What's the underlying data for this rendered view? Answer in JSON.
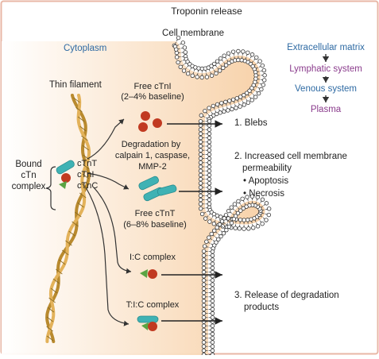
{
  "title": "Troponin release",
  "labels": {
    "cell_membrane": "Cell membrane",
    "cytoplasm": "Cytoplasm",
    "thin_filament": "Thin filament",
    "bound_complex": [
      "Bound",
      "cTn",
      "complex"
    ],
    "ctnt": "cTnT",
    "ctni": "cTnI",
    "ctnc": "cTnC",
    "free_ctni": [
      "Free cTnI",
      "(2–4% baseline)"
    ],
    "degradation": [
      "Degradation by",
      "calpain 1, caspase,",
      "MMP-2"
    ],
    "free_ctnt": [
      "Free cTnT",
      "(6–8% baseline)"
    ],
    "ic_complex": "I:C complex",
    "tic_complex": "T:I:C complex"
  },
  "mechanisms": {
    "blebs": "1. Blebs",
    "permeability": [
      "2. Increased cell membrane",
      "permeability"
    ],
    "bullets": [
      "Apoptosis",
      "Necrosis"
    ],
    "degradation_products": [
      "3. Release of degradation",
      "products"
    ]
  },
  "pathway": [
    "Extracellular matrix",
    "Lymphatic system",
    "Venous system",
    "Plasma"
  ],
  "colors": {
    "frame": "#e8b7a6",
    "cytoplasm_gradient_start": "#ffffff",
    "cytoplasm_gradient_end": "#f7cfa4",
    "filament": "#e3b25a",
    "teal_protein": "#3fb2b4",
    "red_protein": "#c13a21",
    "green_protein": "#5aa444",
    "membrane_head": "#ffffff",
    "blue_text": "#2e6aa3",
    "purple_text": "#8a3b8c"
  }
}
